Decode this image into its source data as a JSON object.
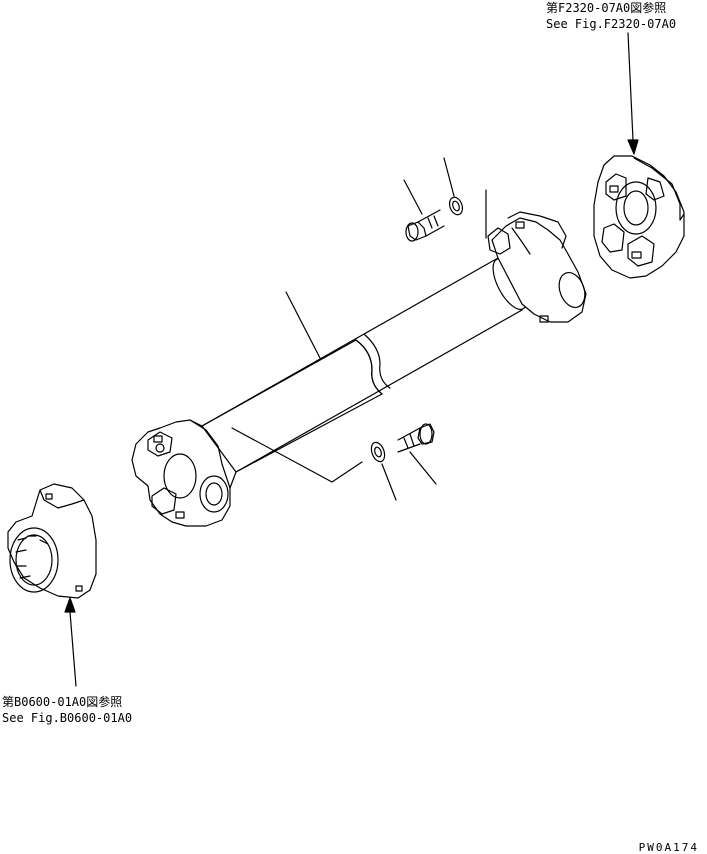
{
  "references": {
    "top_right": {
      "line_jp": "第F2320-07A0図参照",
      "line_en": "See Fig.F2320-07A0"
    },
    "bottom_left": {
      "line_jp": "第B0600-01A0図参照",
      "line_en": "See Fig.B0600-01A0"
    }
  },
  "drawing_code": "PW0A174",
  "parts": [
    "drive-shaft",
    "rear-yoke",
    "front-yoke",
    "upper-bolt",
    "upper-washer",
    "lower-bolt",
    "lower-washer",
    "front-flange",
    "rear-flange"
  ]
}
